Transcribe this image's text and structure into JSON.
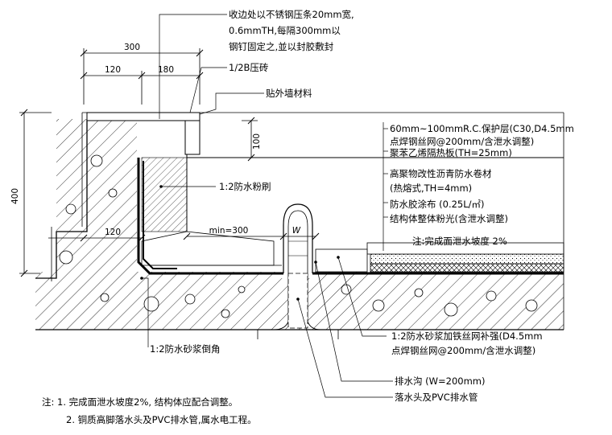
{
  "callouts": {
    "steel_strip": [
      "收边处以不锈钢压条20mm宽,",
      "0.6mmTH,每隔300mm以",
      "钢钉固定之,並以封胶敷封"
    ],
    "brick": "1/2B压砖",
    "wall_finish": "贴外墙材料",
    "protective_layer": [
      "60mm~100mmR.C.保护层(C30,D4.5mm",
      "点焊钢丝网@200mm/含泄水调整)"
    ],
    "insulation": "聚苯乙烯隔热板(TH=25mm)",
    "membrane": [
      "高聚物改性沥青防水卷材",
      "(热熔式,TH=4mm)"
    ],
    "waterproof_coating": "防水胶涂布 (0.25L/㎡)",
    "structural_finish": "结构体整体粉光(含泄水调整)",
    "slope_note": "注:完成面泄水坡度 2%",
    "waterproof_plaster": "1:2防水粉刷",
    "mortar_chamfer": "1:2防水砂浆倒角",
    "mesh_reinforce": [
      "1:2防水砂浆加铁丝网补强(D4.5mm",
      "点焊钢丝网@200mm/含泄水调整)"
    ],
    "gutter": "排水沟 (W=200mm)",
    "drain_pipe": "落水头及PVC排水管"
  },
  "dimensions": {
    "top_total": "300",
    "top_left": "120",
    "top_right": "180",
    "right_height": "100",
    "left_height": "400",
    "wall_thickness": "120",
    "min_gap": "min=300",
    "gutter_width": "W"
  },
  "notes": [
    "注: 1.  完成面泄水坡度2%, 结构体应配合调整。",
    "2.  铜质高脚落水头及PVC排水管,属水电工程。"
  ]
}
